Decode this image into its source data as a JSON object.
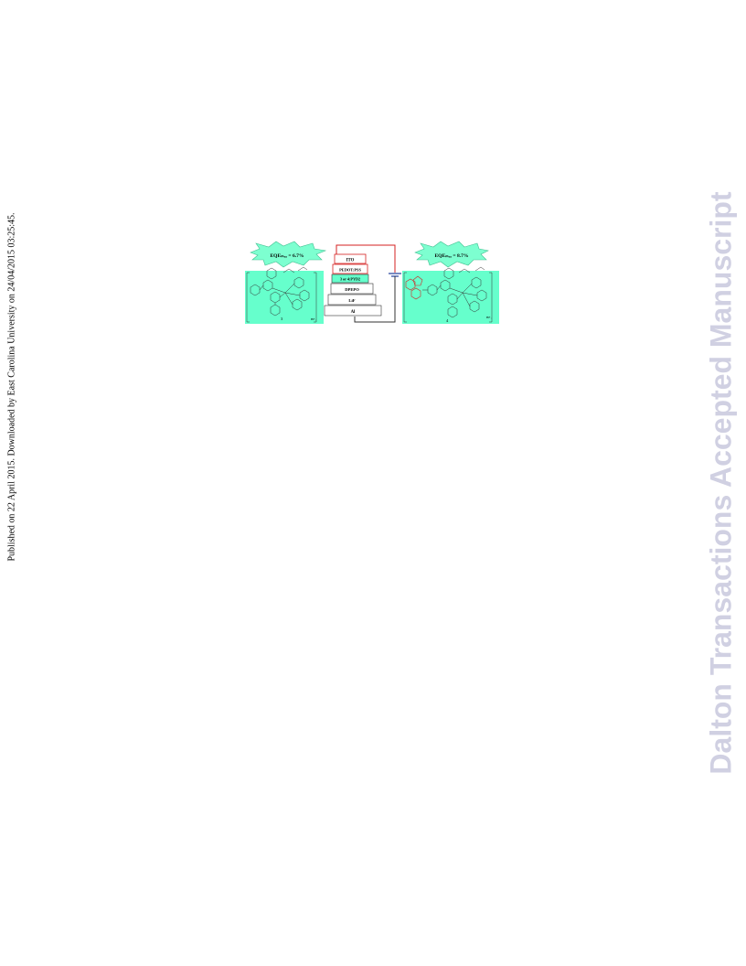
{
  "sidebar_note": "Published on 22 April 2015. Downloaded by East Carolina University on 24/04/2015 03:25:45.",
  "watermark": "Dalton Transactions Accepted Manuscript",
  "graphic": {
    "left_burst": "EQEₘₐₓ = 6.7%",
    "right_burst": "EQEₘₐₓ = 8.7%",
    "device_layers": [
      "ITO",
      "PEDOT:PSS",
      "3 or 4:PYD2",
      "DPEPO",
      "LiF",
      "Al"
    ],
    "left_compound_label": "3",
    "right_compound_label": "4",
    "counter_anion": "BF₄",
    "colors": {
      "highlight": "#66ffcc",
      "burst": "#7dffd0",
      "wire": "#d42020",
      "electrode": "#1f3d99"
    }
  }
}
